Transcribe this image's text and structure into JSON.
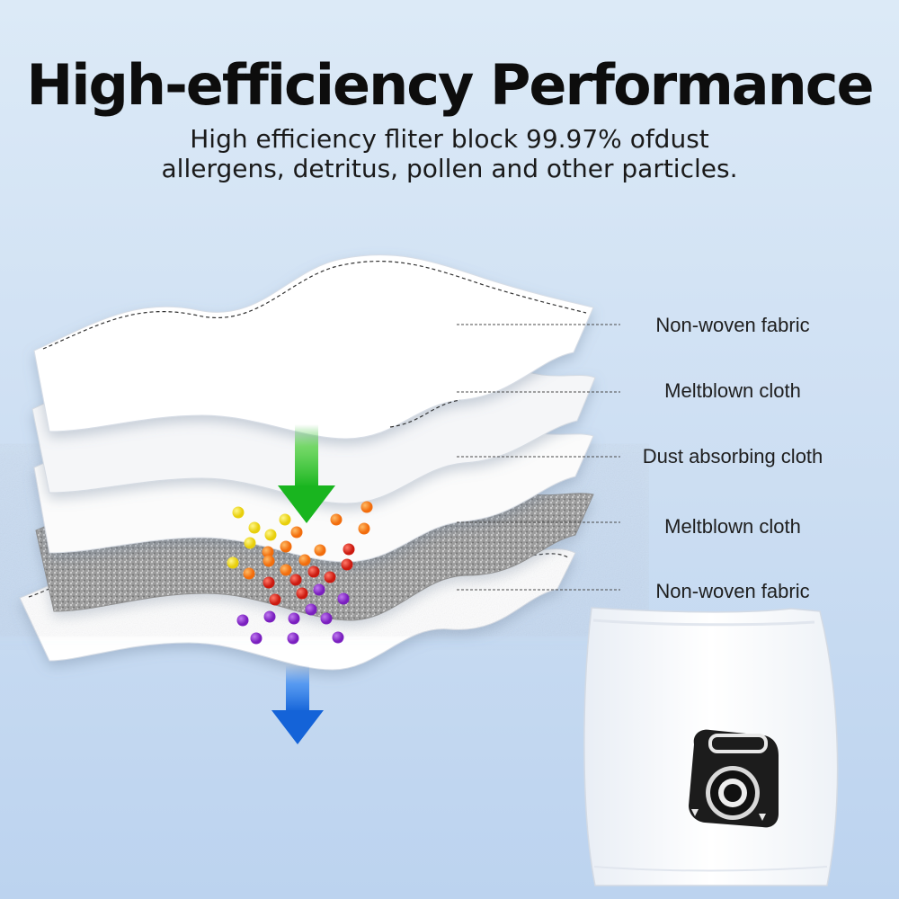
{
  "header": {
    "title": "High-efficiency Performance",
    "subtitle_line1": "High efficiency fliter block 99.97% ofdust",
    "subtitle_line2": "allergens, detritus, pollen and other particles."
  },
  "layers": [
    {
      "label": "Non-woven fabric"
    },
    {
      "label": "Meltblown cloth"
    },
    {
      "label": "Dust absorbing cloth"
    },
    {
      "label": "Meltblown cloth"
    },
    {
      "label": "Non-woven fabric"
    }
  ],
  "colors": {
    "title": "#0d0d0d",
    "arrow_in": "#2fbf2f",
    "arrow_out": "#1e6fe0",
    "particles": [
      "#f2e21a",
      "#ff8a1a",
      "#e2271c",
      "#8e2bd1"
    ],
    "dust_layer": "#8c8c8c",
    "bag_collar": "#1a1a1a"
  },
  "icons": {
    "airflow_in": "arrow-down-green-icon",
    "airflow_out": "arrow-down-blue-icon",
    "bag": "dust-bag-icon"
  }
}
